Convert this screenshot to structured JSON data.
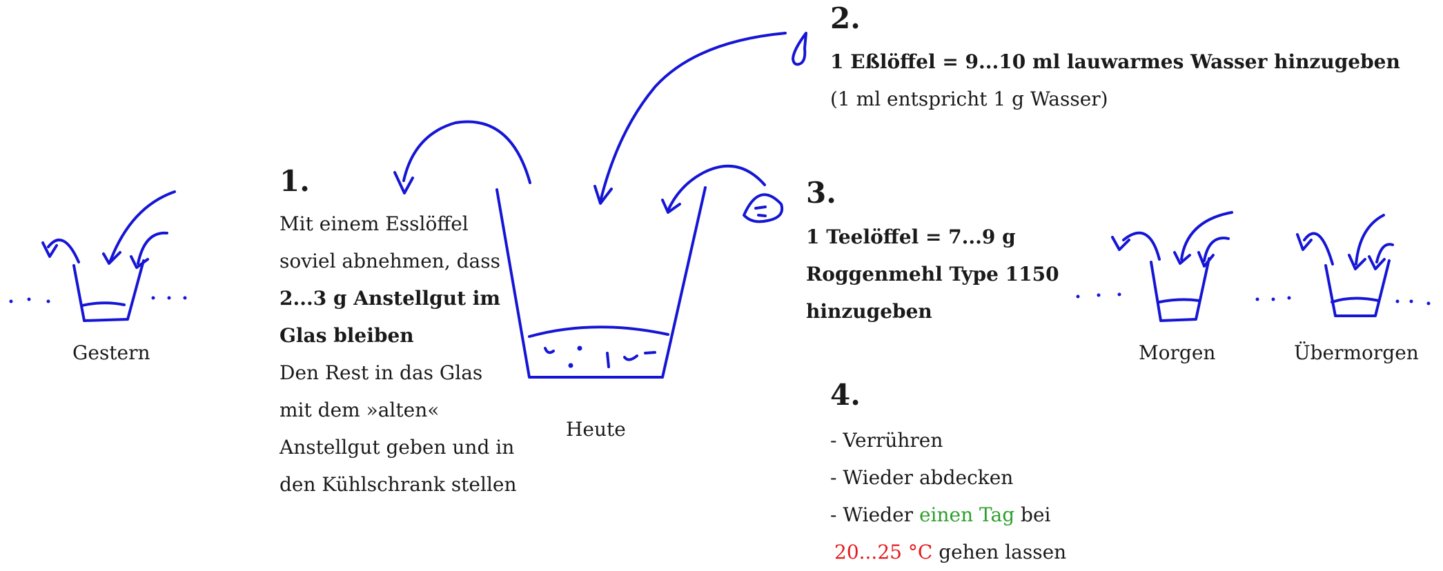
{
  "jars": {
    "yesterday": "Gestern",
    "today": "Heute",
    "tomorrow": "Morgen",
    "day_after": "Übermorgen"
  },
  "step1": {
    "number": "1.",
    "lines": [
      "Mit einem Esslöffel",
      "soviel abnehmen, dass"
    ],
    "bold_lines": [
      "2...3 g Anstellgut im",
      "Glas bleiben"
    ],
    "rest_lines": [
      "Den Rest in das Glas",
      "mit dem »alten«",
      "Anstellgut geben und in",
      "den Kühlschrank stellen"
    ]
  },
  "step2": {
    "number": "2.",
    "bold": "1 Eßlöffel = 9...10 ml lauwarmes Wasser hinzugeben",
    "note": "(1 ml entspricht 1 g Wasser)"
  },
  "step3": {
    "number": "3.",
    "bold_lines": [
      "1 Teelöffel = 7...9 g",
      "Roggenmehl Type 1150",
      "hinzugeben"
    ]
  },
  "step4": {
    "number": "4.",
    "item1": "- Verrühren",
    "item2": "- Wieder abdecken",
    "item3_pre": "- Wieder ",
    "item3_green": "einen Tag",
    "item3_post": " bei",
    "item4_red": "20...25 °C",
    "item4_post": " gehen lassen"
  },
  "colors": {
    "ink": "#1515d6",
    "green": "#2ca02c",
    "red": "#e41a1c"
  }
}
